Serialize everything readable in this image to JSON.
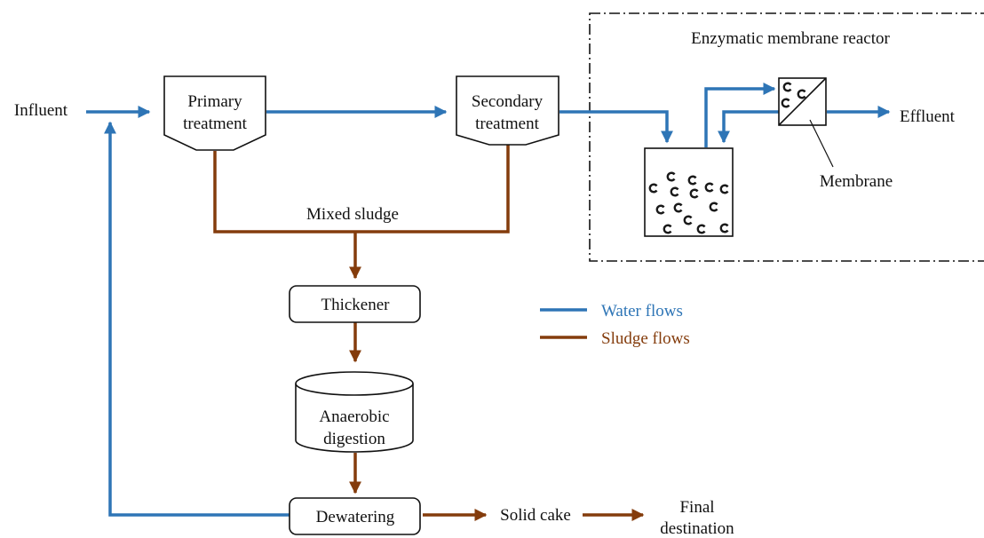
{
  "labels": {
    "influent": "Influent",
    "primary_line1": "Primary",
    "primary_line2": "treatment",
    "secondary_line1": "Secondary",
    "secondary_line2": "treatment",
    "reactor_title": "Enzymatic membrane reactor",
    "effluent": "Effluent",
    "membrane": "Membrane",
    "mixed_sludge": "Mixed sludge",
    "thickener": "Thickener",
    "digestion_line1": "Anaerobic",
    "digestion_line2": "digestion",
    "dewatering": "Dewatering",
    "solid_cake": "Solid cake",
    "final_line1": "Final",
    "final_line2": "destination"
  },
  "legend": {
    "water": "Water flows",
    "sludge": "Sludge flows"
  },
  "colors": {
    "water": "#2E75B6",
    "sludge": "#843C0C",
    "outline": "#111111"
  }
}
